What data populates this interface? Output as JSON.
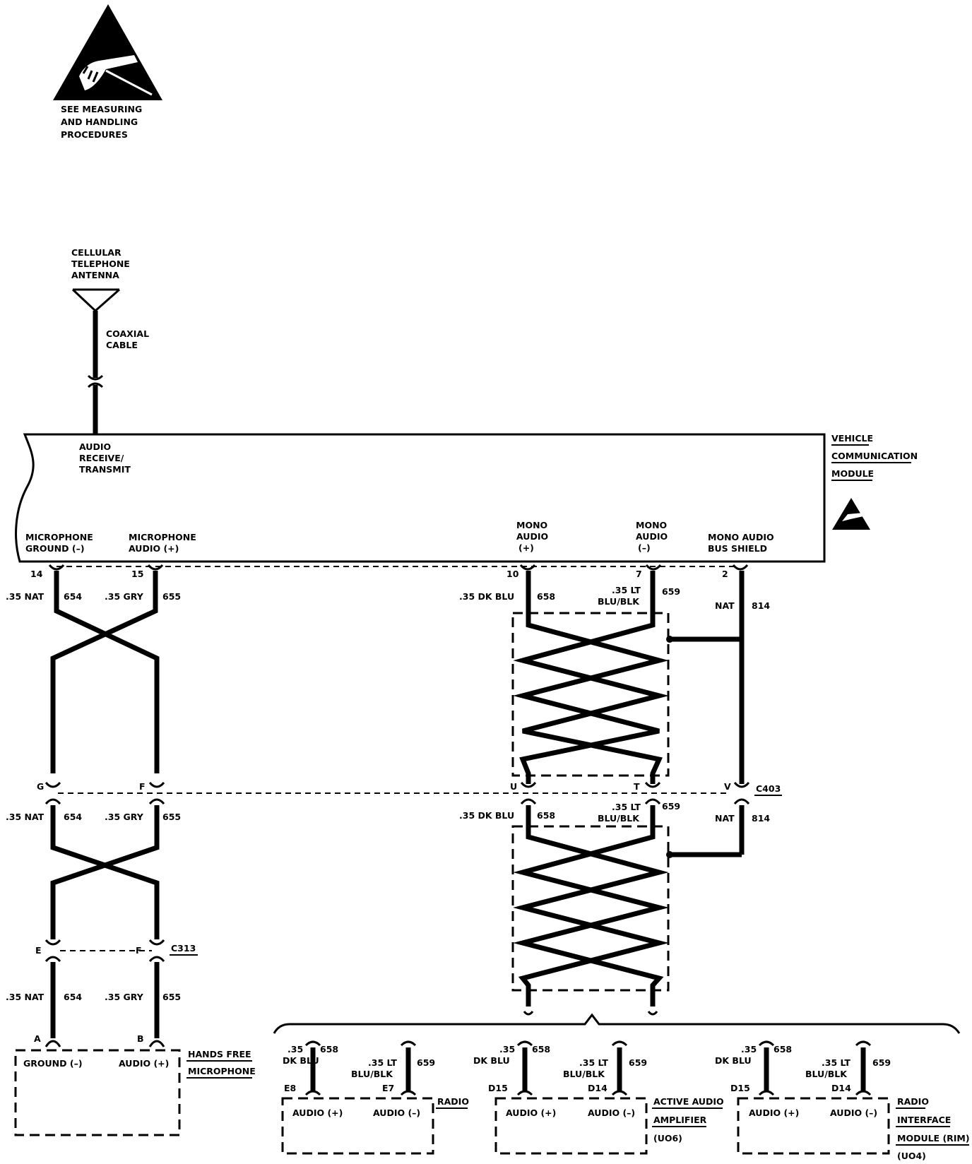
{
  "warning": {
    "lines": [
      "SEE MEASURING",
      "AND HANDLING",
      "PROCEDURES"
    ]
  },
  "antenna": {
    "label_lines": [
      "CELLULAR",
      "TELEPHONE",
      "ANTENNA"
    ],
    "cable_lines": [
      "COAXIAL",
      "CABLE"
    ],
    "terminal_lines": [
      "AUDIO",
      "RECEIVE/",
      "TRANSMIT"
    ]
  },
  "vcm": {
    "name_lines": [
      "VEHICLE",
      "COMMUNICATION",
      "MODULE"
    ],
    "pins": {
      "mic_ground": {
        "lines": [
          "MICROPHONE",
          "GROUND (–)"
        ],
        "pin": "14"
      },
      "mic_audio": {
        "lines": [
          "MICROPHONE",
          "AUDIO (+)"
        ],
        "pin": "15"
      },
      "mono_plus": {
        "lines": [
          "MONO",
          "AUDIO",
          "(+)"
        ],
        "pin": "10"
      },
      "mono_minus": {
        "lines": [
          "MONO",
          "AUDIO",
          "(–)"
        ],
        "pin": "7"
      },
      "shield": {
        "lines": [
          "MONO AUDIO",
          "BUS SHIELD"
        ],
        "pin": "2"
      }
    }
  },
  "wires": {
    "w654": {
      "gauge": ".35 NAT",
      "circuit": "654"
    },
    "w655": {
      "gauge": ".35 GRY",
      "circuit": "655"
    },
    "w658": {
      "gauge": ".35 DK BLU",
      "circuit": "658"
    },
    "w659": {
      "gauge_lines": [
        ".35 LT",
        "BLU/BLK"
      ],
      "circuit": "659"
    },
    "w814": {
      "gauge": "NAT",
      "circuit": "814"
    }
  },
  "c403": {
    "name": "C403",
    "pins": [
      "G",
      "F",
      "U",
      "T",
      "V"
    ]
  },
  "c313": {
    "name": "C313",
    "pins": [
      "E",
      "F"
    ]
  },
  "microphone": {
    "pins": [
      "A",
      "B"
    ],
    "ground_label": "GROUND (–)",
    "audio_label": "AUDIO (+)",
    "name_lines": [
      "HANDS FREE",
      "MICROPHONE"
    ]
  },
  "drops": {
    "gauge_a": ".35",
    "gauge_b": "DK BLU",
    "circuit_a": "658",
    "gauge_c_lines": [
      ".35 LT",
      "BLU/BLK"
    ],
    "circuit_b": "659",
    "audio_plus": "AUDIO (+)",
    "audio_minus": "AUDIO (–)"
  },
  "radio": {
    "pins": [
      "E8",
      "E7"
    ],
    "name": "RADIO"
  },
  "amp": {
    "pins": [
      "D15",
      "D14"
    ],
    "name_lines": [
      "ACTIVE AUDIO",
      "AMPLIFIER"
    ],
    "code": "(UO6)"
  },
  "rim": {
    "pins": [
      "D15",
      "D14"
    ],
    "name_lines": [
      "RADIO",
      "INTERFACE",
      "MODULE (RIM)"
    ],
    "code": "(UO4)"
  }
}
